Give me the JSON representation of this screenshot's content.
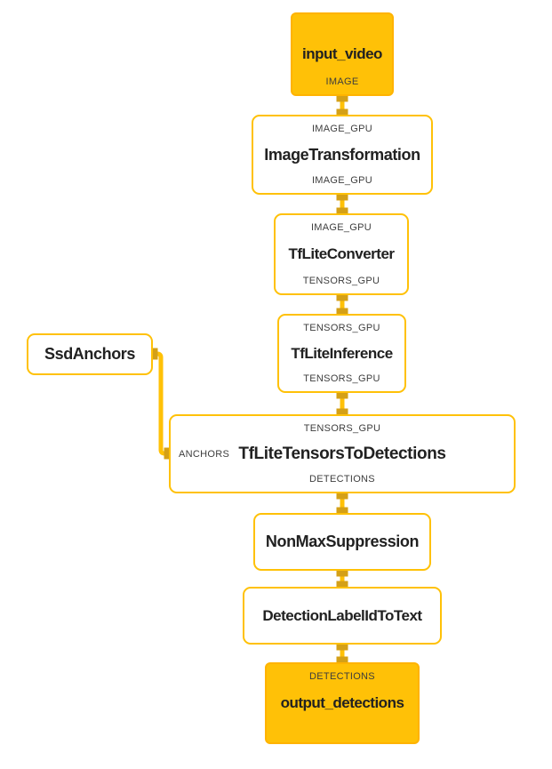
{
  "diagram": {
    "kind": "calculator-graph",
    "colors": {
      "edge": "#FFC107",
      "node_border": "#FFC107",
      "node_bg": "#FFFFFF",
      "io_node_bg": "#FFC107",
      "io_node_border": "#FFB300",
      "port_square": "#D4A017",
      "text": "#212121",
      "port_text": "#3D3D3D"
    },
    "nodes": {
      "input_video": {
        "title": "input_video",
        "output_port": "IMAGE"
      },
      "image_transformation": {
        "title": "ImageTransformation",
        "input_port": "IMAGE_GPU",
        "output_port": "IMAGE_GPU"
      },
      "tflite_converter": {
        "title": "TfLiteConverter",
        "input_port": "IMAGE_GPU",
        "output_port": "TENSORS_GPU"
      },
      "tflite_inference": {
        "title": "TfLiteInference",
        "input_port": "TENSORS_GPU",
        "output_port": "TENSORS_GPU"
      },
      "ssd_anchors": {
        "title": "SsdAnchors"
      },
      "tflite_tensors_to_detections": {
        "title": "TfLiteTensorsToDetections",
        "input_port": "TENSORS_GPU",
        "side_port": "ANCHORS",
        "output_port": "DETECTIONS"
      },
      "non_max_suppression": {
        "title": "NonMaxSuppression"
      },
      "detection_label_id_to_text": {
        "title": "DetectionLabelIdToText"
      },
      "output_detections": {
        "title": "output_detections",
        "input_port": "DETECTIONS"
      }
    },
    "edges": [
      {
        "from": "input_video",
        "to": "ImageTransformation"
      },
      {
        "from": "ImageTransformation",
        "to": "TfLiteConverter"
      },
      {
        "from": "TfLiteConverter",
        "to": "TfLiteInference"
      },
      {
        "from": "TfLiteInference",
        "to": "TfLiteTensorsToDetections"
      },
      {
        "from": "SsdAnchors",
        "to": "TfLiteTensorsToDetections"
      },
      {
        "from": "TfLiteTensorsToDetections",
        "to": "NonMaxSuppression"
      },
      {
        "from": "NonMaxSuppression",
        "to": "DetectionLabelIdToText"
      },
      {
        "from": "DetectionLabelIdToText",
        "to": "output_detections"
      }
    ]
  }
}
